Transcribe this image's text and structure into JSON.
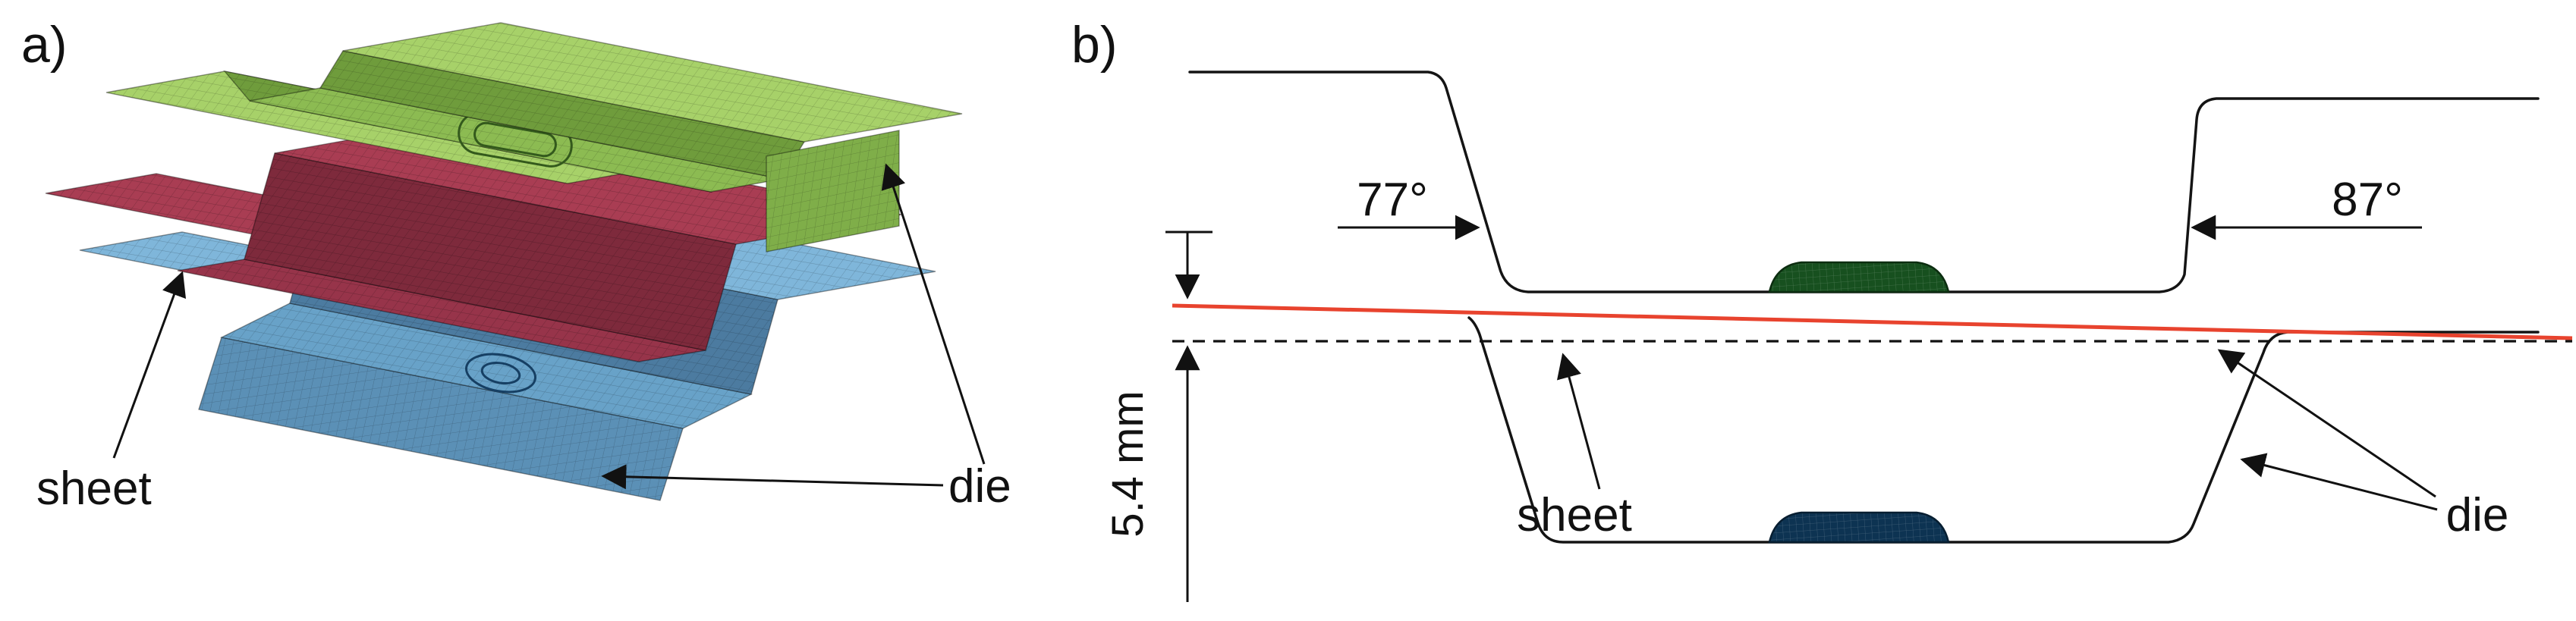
{
  "figure": {
    "panels": {
      "a": {
        "label": "a)",
        "annotations": {
          "sheet": "sheet",
          "die": "die"
        }
      },
      "b": {
        "label": "b)",
        "angle_left": "77°",
        "angle_right": "87°",
        "dimension": "5.4 mm",
        "annotations": {
          "sheet": "sheet",
          "die": "die"
        }
      }
    },
    "colors": {
      "green_flange": "#a7d169",
      "green_wall": "#6f9c3c",
      "green_floor": "#8cbb52",
      "green_side": "#7fae49",
      "red_flange": "#a93d53",
      "red_wall": "#7e2a3c",
      "red_floor": "#97344a",
      "blue_flange": "#7fb6da",
      "blue_wall": "#4c7ba0",
      "blue_floor": "#68a2c8",
      "blue_front": "#5b90b6",
      "emboss_green": "#33591c",
      "emboss_blue": "#163f63",
      "bump_green": "#17501f",
      "bump_blue": "#0d3352",
      "sheet_line": "#e8432e",
      "line": "#111111"
    }
  }
}
